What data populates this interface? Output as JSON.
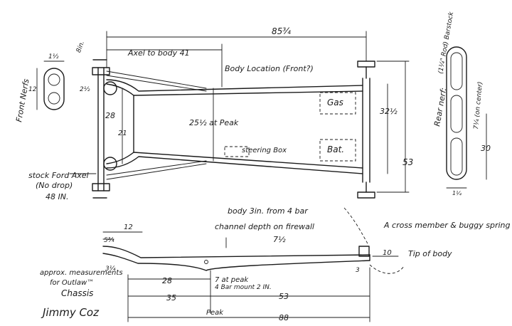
{
  "top_view": {
    "overall_length": "85¾",
    "front_marker": "8in.",
    "axle_to_body": "Axel to body  41",
    "body_location": "Body Location (Front?)",
    "front_rail_offset": "2½",
    "front_height": "28",
    "front_inner": "21",
    "peak_width": "25½ at Peak",
    "steering_box": "steering Box",
    "gas_tank": "Gas",
    "battery": "Bat.",
    "rear_inner": "32½",
    "rear_outer": "53"
  },
  "front_nerf": {
    "label": "Front Nerfs",
    "width": "1½",
    "height": "12",
    "offset": "2½"
  },
  "front_axle_note": {
    "line1": "stock Ford Axel",
    "line2": "(No drop)",
    "line3": "48 IN."
  },
  "rear_nerf": {
    "label": "Rear nerf:",
    "material": "(1¼\" Rod) Barstock",
    "spacing": "7¼ (on center)",
    "height": "30",
    "width": "1¼"
  },
  "side_view": {
    "body_note": "body 3in. from 4 bar",
    "channel_note": "channel depth on firewall",
    "channel_depth": "7½",
    "front_length": "12",
    "kickup_dim": "5¾",
    "rise_dim": "3¼",
    "crossmember_note": "A cross member & buggy spring",
    "tail_dim": "10",
    "tip_of_body": "Tip of body",
    "rear_height": "3",
    "peak_height": "7 at peak",
    "four_bar_mount": "4 Bar mount 2 IN.",
    "dim_28": "28",
    "dim_35": "35",
    "dim_53": "53",
    "peak_label": "Peak",
    "dim_88": "88"
  },
  "notes": {
    "approx_line1": "approx. measurements",
    "approx_line2": "for Outlaw™",
    "approx_line3": "Chassis",
    "signature": "Jimmy Coz"
  }
}
